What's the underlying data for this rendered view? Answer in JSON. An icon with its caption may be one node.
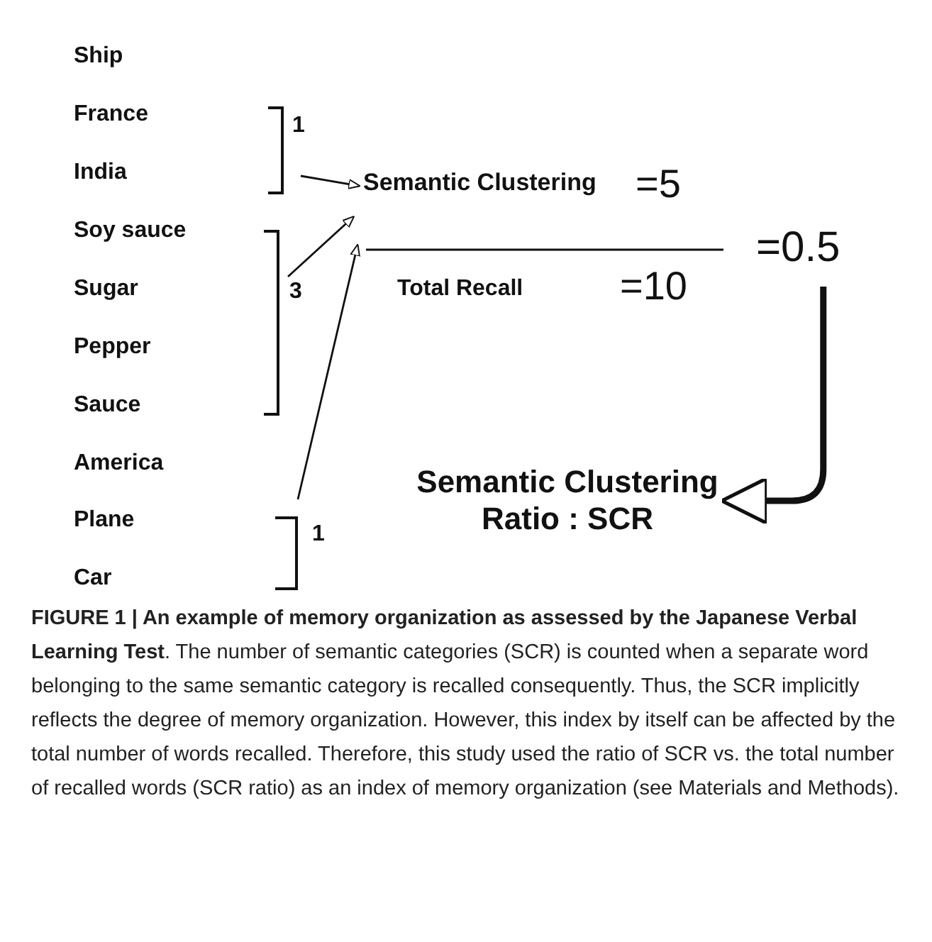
{
  "diagram": {
    "caption": "**FIGURE 1 | An example of memory organization as assessed by the Japanese Verbal Learning Test**. The number of semantic categories (SCR) is counted when a separate word belonging to the same semantic category is recalled consequently. Thus, the SCR implicitly reflects the degree of memory organization. However, this index by itself can be affected by the total number of words recalled. Therefore, this study used the ratio of SCR vs. the total number of recalled words (SCR ratio) as an index of memory organization (see Materials and Methods).",
    "nodes": [
      {
        "text": [
          "1"
        ]
      },
      {
        "text": [
          "3"
        ]
      },
      {
        "text": [
          "1"
        ]
      },
      {
        "text": [
          "Semantic Clustering"
        ]
      },
      {
        "text": [
          "=0.5"
        ]
      },
      {
        "text": [
          "Semantic  Clustering Ratio : SCR"
        ]
      }
    ],
    "edges": [
      {
        "from": 0,
        "to": 3,
        "arrow": "to"
      },
      {
        "from": 1,
        "to": 3,
        "arrow": "to"
      },
      {
        "from": 2,
        "to": 3,
        "arrow": "to"
      },
      {
        "from": 4,
        "to": 5,
        "arrow": "to",
        "style": "thick"
      }
    ],
    "labels": [
      "Ship",
      "France",
      "India",
      "=5",
      "Soy sauce",
      "Sugar",
      "Total Recall",
      "=10",
      "Pepper",
      "Sauce",
      "America",
      "Plane",
      "Car"
    ]
  }
}
